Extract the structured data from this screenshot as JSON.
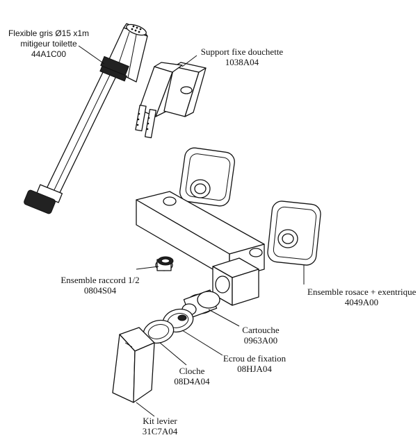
{
  "labels": {
    "flexible": {
      "line1": "Flexible gris Ø15 x1m",
      "line2": "mitigeur toilette",
      "code": "44A1C00"
    },
    "support": {
      "name": "Support fixe douchette",
      "code": "1038A04"
    },
    "raccord": {
      "name": "Ensemble raccord 1/2",
      "code": "0804S04"
    },
    "rosace": {
      "name": "Ensemble rosace + exentrique",
      "code": "4049A00"
    },
    "cartouche": {
      "name": "Cartouche",
      "code": "0963A00"
    },
    "ecrou": {
      "name": "Ecrou de fixation",
      "code": "08HJA04"
    },
    "cloche": {
      "name": "Cloche",
      "code": "08D4A04"
    },
    "levier": {
      "name": "Kit levier",
      "code": "31C7A04"
    }
  }
}
